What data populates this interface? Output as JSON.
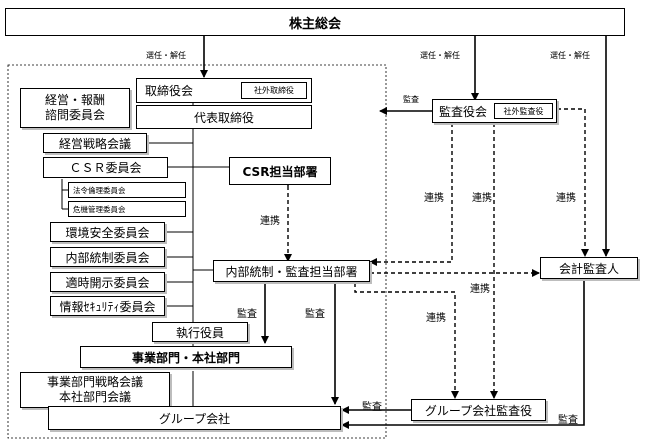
{
  "shareholders_meeting": "株主総会",
  "board": {
    "label": "取締役会",
    "outside": "社外取締役"
  },
  "remuneration_committee": {
    "line1": "経営・報酬",
    "line2": "諮問委員会"
  },
  "representative_director": "代表取締役",
  "strategy_meeting": "経営戦略会議",
  "csr_committee": "ＣＳＲ委員会",
  "legal_ethics_committee": "法令倫理委員会",
  "risk_committee": "危機管理委員会",
  "env_safety_committee": "環境安全委員会",
  "internal_control_committee": "内部統制委員会",
  "disclosure_committee": "適時開示委員会",
  "infosec_committee": "情報ｾｷｭﾘﾃｨ委員会",
  "executive_officers": "執行役員",
  "business_divisions": "事業部門・本社部門",
  "division_meetings": {
    "line1": "事業部門戦略会議",
    "line2": "本社部門会議"
  },
  "group_companies": "グループ会社",
  "csr_department": "CSR担当部署",
  "internal_audit_department": "内部統制・監査担当部署",
  "auditors_board": {
    "label": "監査役会",
    "outside": "社外監査役"
  },
  "accounting_auditor": "会計監査人",
  "group_auditors": "グループ会社監査役",
  "edge_labels": {
    "elect_dismiss": "選任・解任",
    "audit": "監査",
    "cooperation": "連携"
  }
}
